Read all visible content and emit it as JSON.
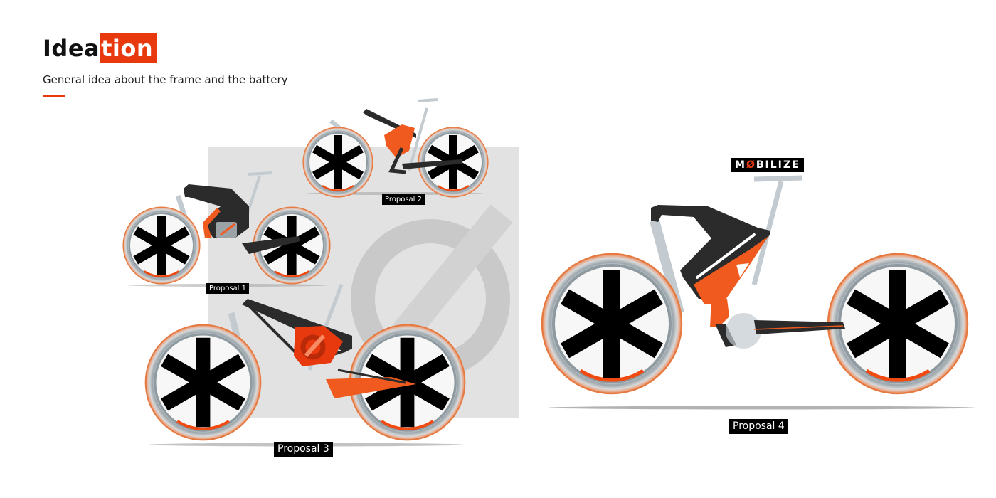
{
  "header": {
    "title_part1": "Idea",
    "title_part2": "tion",
    "subtitle": "General idea about the frame and the battery"
  },
  "colors": {
    "accent": "#e8380d",
    "frame_orange": "#f05a1e",
    "frame_dark": "#2b2b2b",
    "wheel_black": "#000000",
    "tire_gray": "#a8a8a8",
    "background_panel": "#e2e2e2"
  },
  "brand": {
    "logo_text_pre": "M",
    "logo_text_o": "Ø",
    "logo_text_post": "BILIZE"
  },
  "proposals": [
    {
      "label": "Proposal 1"
    },
    {
      "label": "Proposal 2"
    },
    {
      "label": "Proposal 3"
    },
    {
      "label": "Proposal 4"
    }
  ]
}
